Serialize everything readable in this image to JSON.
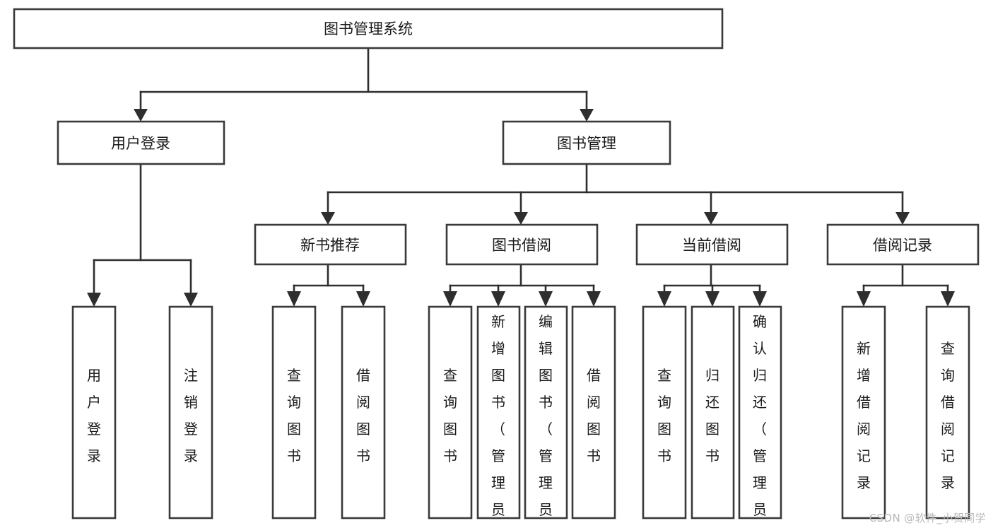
{
  "diagram": {
    "title": "图书管理系统",
    "watermark": "CSDN @软件_小贺同学",
    "colors": {
      "background": "#ffffff",
      "box_stroke": "#3a3a3a",
      "connector": "#2e2e2e",
      "text": "#1b1b1b",
      "watermark": "#b9b9b9"
    }
  },
  "chart_data": {
    "type": "tree",
    "title": "图书管理系统",
    "orientation": "top-down",
    "levels": 4,
    "nodes": [
      {
        "id": "root",
        "label": "图书管理系统",
        "level": 0,
        "parent": null,
        "orientation": "horizontal"
      },
      {
        "id": "login",
        "label": "用户登录",
        "level": 1,
        "parent": "root",
        "orientation": "horizontal"
      },
      {
        "id": "bookmgmt",
        "label": "图书管理",
        "level": 1,
        "parent": "root",
        "orientation": "horizontal"
      },
      {
        "id": "newbook",
        "label": "新书推荐",
        "level": 2,
        "parent": "bookmgmt",
        "orientation": "horizontal"
      },
      {
        "id": "borrow",
        "label": "图书借阅",
        "level": 2,
        "parent": "bookmgmt",
        "orientation": "horizontal"
      },
      {
        "id": "current",
        "label": "当前借阅",
        "level": 2,
        "parent": "bookmgmt",
        "orientation": "horizontal"
      },
      {
        "id": "records",
        "label": "借阅记录",
        "level": 2,
        "parent": "bookmgmt",
        "orientation": "horizontal"
      },
      {
        "id": "login-1",
        "label": "用户登录",
        "level": 2,
        "parent": "login",
        "orientation": "vertical"
      },
      {
        "id": "login-2",
        "label": "注销登录",
        "level": 2,
        "parent": "login",
        "orientation": "vertical"
      },
      {
        "id": "newbook-1",
        "label": "查询图书",
        "level": 3,
        "parent": "newbook",
        "orientation": "vertical"
      },
      {
        "id": "newbook-2",
        "label": "借阅图书",
        "level": 3,
        "parent": "newbook",
        "orientation": "vertical"
      },
      {
        "id": "borrow-1",
        "label": "查询图书",
        "level": 3,
        "parent": "borrow",
        "orientation": "vertical"
      },
      {
        "id": "borrow-2",
        "label": "新增图书（管理员）",
        "level": 3,
        "parent": "borrow",
        "orientation": "vertical"
      },
      {
        "id": "borrow-3",
        "label": "编辑图书（管理员）",
        "level": 3,
        "parent": "borrow",
        "orientation": "vertical"
      },
      {
        "id": "borrow-4",
        "label": "借阅图书",
        "level": 3,
        "parent": "borrow",
        "orientation": "vertical"
      },
      {
        "id": "current-1",
        "label": "查询图书",
        "level": 3,
        "parent": "current",
        "orientation": "vertical"
      },
      {
        "id": "current-2",
        "label": "归还图书",
        "level": 3,
        "parent": "current",
        "orientation": "vertical"
      },
      {
        "id": "current-3",
        "label": "确认归还（管理员）",
        "level": 3,
        "parent": "current",
        "orientation": "vertical"
      },
      {
        "id": "records-1",
        "label": "新增借阅记录",
        "level": 3,
        "parent": "records",
        "orientation": "vertical"
      },
      {
        "id": "records-2",
        "label": "查询借阅记录",
        "level": 3,
        "parent": "records",
        "orientation": "vertical"
      }
    ]
  }
}
